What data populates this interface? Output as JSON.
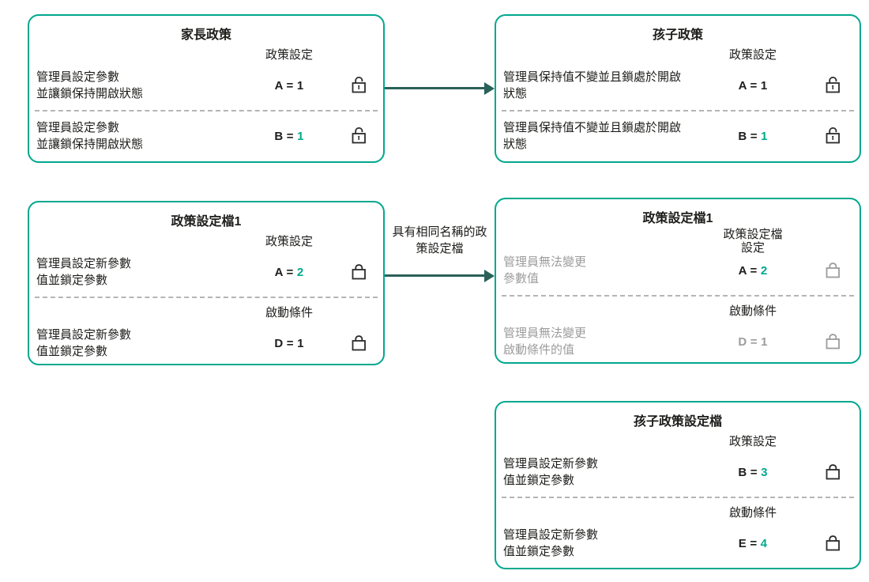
{
  "colors": {
    "teal": "#00A88E",
    "arrow": "#2A6158",
    "black": "#1D1D1B",
    "gray": "#9C9C9C",
    "lock_black": "#2B2B2B",
    "divider_gray": "#B5B5B5"
  },
  "arrows": {
    "middle_label": "具有相同名稱的政\n策設定檔"
  },
  "boxes": [
    {
      "title": "家長政策",
      "sections": [
        {
          "header": "政策設定",
          "row": {
            "desc": "管理員設定參數\n並讓鎖保持開啟狀態",
            "desc_color": "#1D1D1B",
            "param": "A = ",
            "param_color": "#1D1D1B",
            "value": "1",
            "value_color": "#1D1D1B",
            "lock": "open",
            "lock_color": "#2B2B2B"
          }
        },
        {
          "header": "",
          "row": {
            "desc": "管理員設定參數\n並讓鎖保持開啟狀態",
            "desc_color": "#1D1D1B",
            "param": "B = ",
            "param_color": "#1D1D1B",
            "value": "1",
            "value_color": "#00A88E",
            "lock": "open",
            "lock_color": "#2B2B2B"
          }
        }
      ]
    },
    {
      "title": "孩子政策",
      "sections": [
        {
          "header": "政策設定",
          "row": {
            "desc": "管理員保持值不變並且鎖處於開啟\n狀態",
            "desc_color": "#1D1D1B",
            "param": "A = ",
            "param_color": "#1D1D1B",
            "value": "1",
            "value_color": "#1D1D1B",
            "lock": "open",
            "lock_color": "#2B2B2B"
          }
        },
        {
          "header": "",
          "row": {
            "desc": "管理員保持值不變並且鎖處於開啟\n狀態",
            "desc_color": "#1D1D1B",
            "param": "B = ",
            "param_color": "#1D1D1B",
            "value": "1",
            "value_color": "#00A88E",
            "lock": "open",
            "lock_color": "#2B2B2B"
          }
        }
      ]
    },
    {
      "title": "政策設定檔1",
      "sections": [
        {
          "header": "政策設定",
          "row": {
            "desc": "管理員設定新參數\n值並鎖定參數",
            "desc_color": "#1D1D1B",
            "param": "A = ",
            "param_color": "#1D1D1B",
            "value": "2",
            "value_color": "#00A88E",
            "lock": "closed",
            "lock_color": "#2B2B2B"
          }
        },
        {
          "header": "啟動條件",
          "row": {
            "desc": "管理員設定新參數\n值並鎖定參數",
            "desc_color": "#1D1D1B",
            "param": "D = ",
            "param_color": "#1D1D1B",
            "value": "1",
            "value_color": "#1D1D1B",
            "lock": "closed",
            "lock_color": "#2B2B2B"
          }
        }
      ]
    },
    {
      "title": "政策設定檔1",
      "sections": [
        {
          "header": "政策設定檔\n設定",
          "row": {
            "desc": "管理員無法變更\n參數值",
            "desc_color": "#9C9C9C",
            "param": "A = ",
            "param_color": "#1D1D1B",
            "value": "2",
            "value_color": "#00A88E",
            "lock": "closed",
            "lock_color": "#9C9C9C"
          }
        },
        {
          "header": "啟動條件",
          "row": {
            "desc": "管理員無法變更\n啟動條件的值",
            "desc_color": "#9C9C9C",
            "param": "D = ",
            "param_color": "#9C9C9C",
            "value": "1",
            "value_color": "#9C9C9C",
            "lock": "closed",
            "lock_color": "#9C9C9C"
          }
        }
      ]
    },
    {
      "title": "孩子政策設定檔",
      "sections": [
        {
          "header": "政策設定",
          "row": {
            "desc": "管理員設定新參數\n值並鎖定參數",
            "desc_color": "#1D1D1B",
            "param": "B = ",
            "param_color": "#1D1D1B",
            "value": "3",
            "value_color": "#00A88E",
            "lock": "closed",
            "lock_color": "#2B2B2B"
          }
        },
        {
          "header": "啟動條件",
          "row": {
            "desc": "管理員設定新參數\n值並鎖定參數",
            "desc_color": "#1D1D1B",
            "param": "E = ",
            "param_color": "#1D1D1B",
            "value": "4",
            "value_color": "#00A88E",
            "lock": "closed",
            "lock_color": "#2B2B2B"
          }
        }
      ]
    }
  ]
}
